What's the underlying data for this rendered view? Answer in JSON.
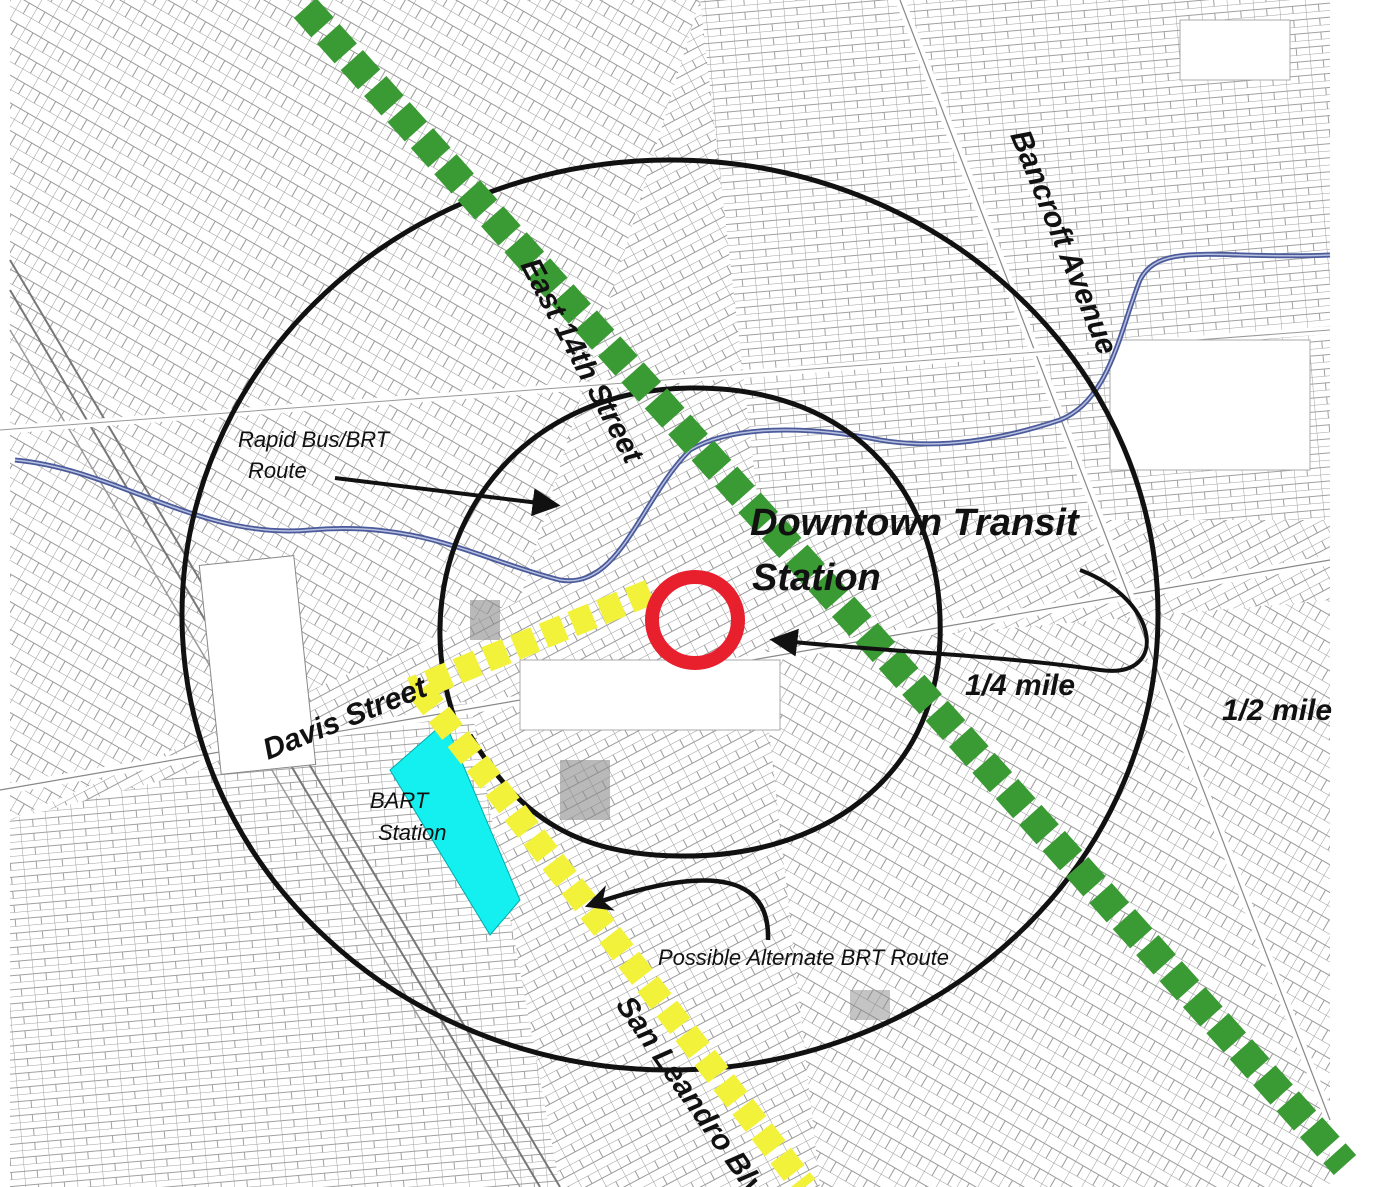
{
  "labels": {
    "east_14th": "East 14th Street",
    "bancroft": "Bancroft Avenue",
    "davis": "Davis Street",
    "san_leandro": "San Leandro Blvd",
    "rapid_bus_line1": "Rapid Bus/BRT",
    "rapid_bus_line2": "Route",
    "downtown_line1": "Downtown Transit",
    "downtown_line2": "Station",
    "quarter_mile": "1/4 mile",
    "half_mile": "1/2 mile",
    "bart_line1": "BART",
    "bart_line2": "Station",
    "alternate_route": "Possible Alternate BRT Route"
  },
  "colors": {
    "brt_route": "#3a9a33",
    "alternate_route": "#f2f23a",
    "station_marker": "#e8202e",
    "bart": "#14f0f0",
    "creek": "#4a5a9a",
    "streets": "#9a9a9a",
    "rings": "#111111"
  },
  "icons": {
    "station_marker": "station-ring-icon",
    "bart_station": "bart-station-icon"
  }
}
